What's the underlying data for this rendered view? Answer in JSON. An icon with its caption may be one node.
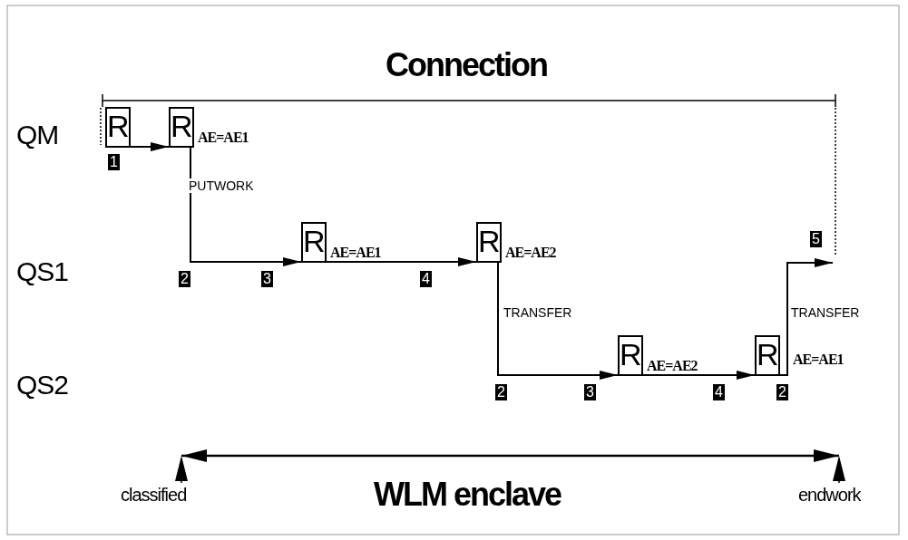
{
  "diagram": {
    "title": "Connection",
    "nodes": [
      {
        "text": [
          "R"
        ],
        "beside": [
          "1"
        ]
      },
      {
        "text": [
          "R"
        ],
        "beside": [
          "AE=AE1"
        ]
      },
      {
        "text": [
          "R"
        ],
        "beside": [
          "AE=AE1"
        ]
      },
      {
        "text": [
          "R"
        ],
        "beside": [
          "AE=AE2"
        ]
      },
      {
        "text": [
          "R"
        ],
        "beside": [
          "AE=AE2"
        ]
      },
      {
        "text": [
          "R"
        ],
        "beside": [
          "AE=AE1"
        ]
      },
      {
        "text": [
          "classified"
        ]
      },
      {
        "text": [
          "endwork"
        ]
      }
    ],
    "edges": [
      {
        "from": 0,
        "to": 1,
        "arrow": "to"
      },
      {
        "from": 1,
        "to": 2,
        "arrow": "to",
        "label": "PUTWORK"
      },
      {
        "from": 2,
        "to": 3,
        "arrow": "to"
      },
      {
        "from": 3,
        "to": 4,
        "arrow": "to",
        "label": "TRANSFER"
      },
      {
        "from": 4,
        "to": 5,
        "arrow": "to"
      },
      {
        "from": 5,
        "to": null,
        "arrow": "to",
        "label": "TRANSFER"
      },
      {
        "from": 6,
        "to": null,
        "arrow": "to",
        "style": "dashed"
      },
      {
        "from": 7,
        "to": null,
        "arrow": "to",
        "style": "dashed"
      }
    ],
    "labels": [
      "QM",
      "QS1",
      "2",
      "3",
      "4",
      "5",
      "QS2",
      "2",
      "3",
      "4",
      "2",
      "WLM enclave"
    ]
  }
}
